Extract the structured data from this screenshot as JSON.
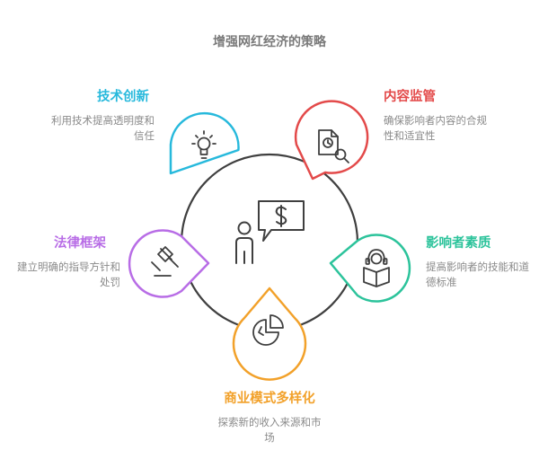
{
  "title": "增强网红经济的策略",
  "colors": {
    "tech": "#27b9dc",
    "content": "#e34a4a",
    "quality": "#2cc39b",
    "business": "#f2a12a",
    "legal": "#b86de6",
    "center": "#3f3f3f"
  },
  "nodes": {
    "tech": {
      "label": "技术创新",
      "desc_lines": [
        "利用技术提高透明度和",
        "信任"
      ],
      "icon": "lightbulb-icon"
    },
    "content": {
      "label": "内容监管",
      "desc_lines": [
        "确保影响者内容的合规",
        "性和适宜性"
      ],
      "icon": "document-search-icon"
    },
    "quality": {
      "label": "影响者素质",
      "desc_lines": [
        "提高影响者的技能和道",
        "德标准"
      ],
      "icon": "reader-headphones-icon"
    },
    "business": {
      "label": "商业模式多样化",
      "desc_lines": [
        "探索新的收入来源和市",
        "场"
      ],
      "icon": "pie-chart-icon"
    },
    "legal": {
      "label": "法律框架",
      "desc_lines": [
        "建立明确的指导方针和",
        "处罚"
      ],
      "icon": "gavel-icon"
    }
  },
  "center": {
    "icon": "person-money-icon"
  }
}
